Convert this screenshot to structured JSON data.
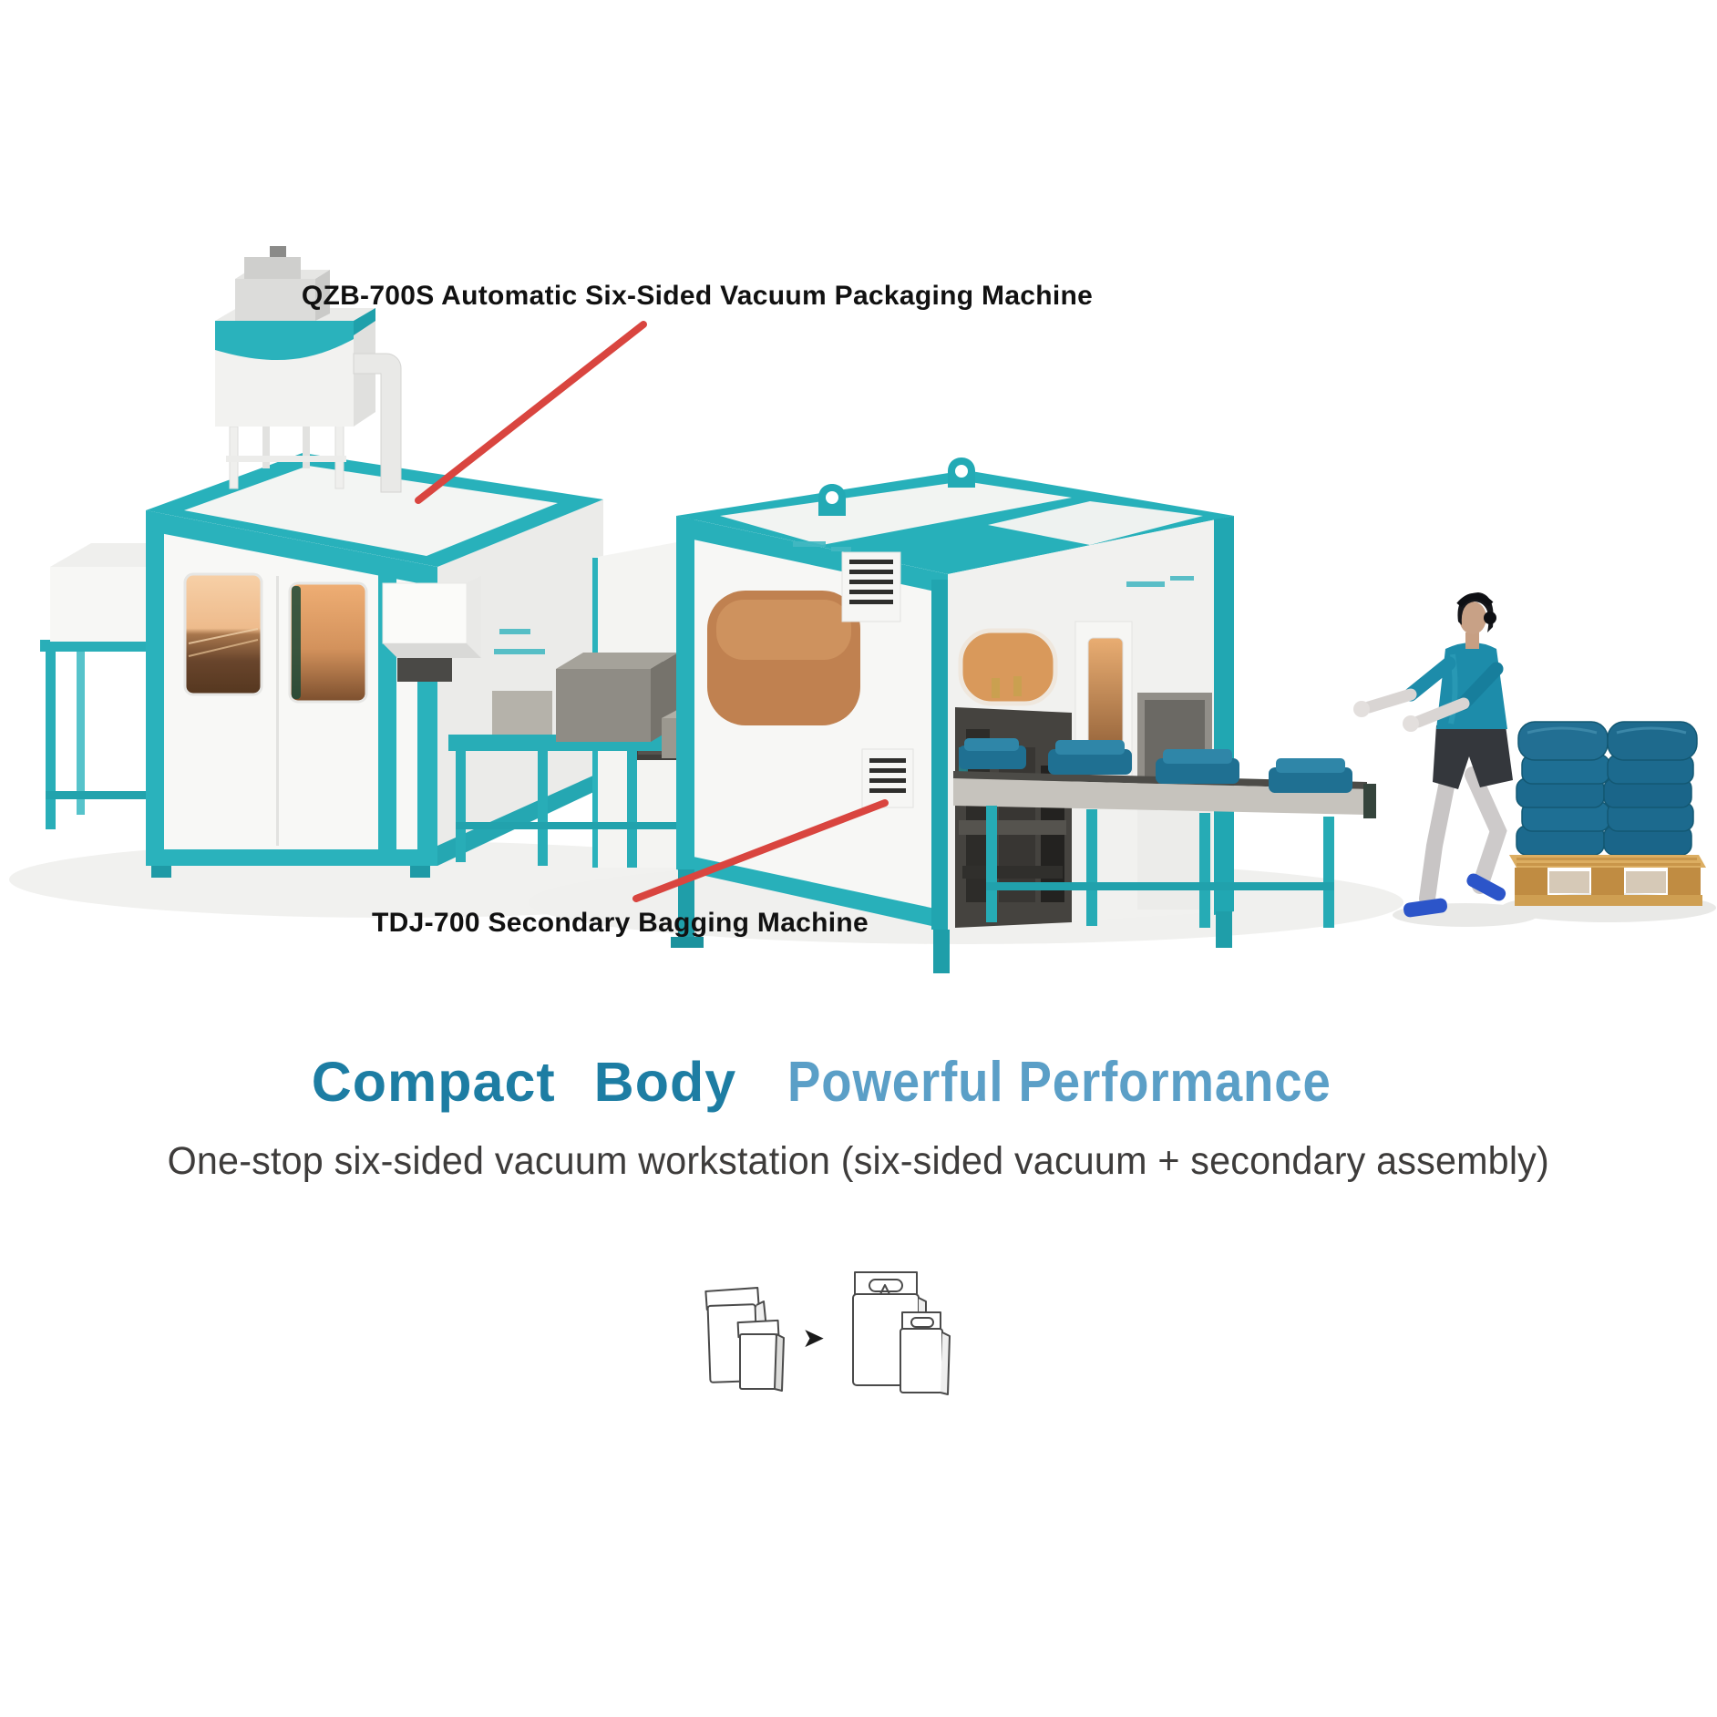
{
  "annotations": {
    "machine1": {
      "label": "QZB-700S Automatic Six-Sided Vacuum Packaging Machine"
    },
    "machine2": {
      "label": "TDJ-700 Secondary Bagging Machine"
    }
  },
  "heading": {
    "compact": "Compact Body",
    "powerful": "Powerful Performance"
  },
  "subtitle": "One-stop six-sided vacuum workstation (six-sided vacuum + secondary assembly)",
  "diagram": {
    "arrow_icon": "➤"
  },
  "colors": {
    "machine_teal": "#28b0ba",
    "callout_red": "#d9453f",
    "heading_teal": "#1d7da3",
    "heading_blue": "#5b9fc7",
    "subtitle_gray": "#3e3c3b",
    "bag_blue": "#1c6a8e",
    "window_amber": "#e8b183",
    "pallet_wood": "#d8a95c",
    "worker_shirt": "#1d8caa",
    "worker_shoes": "#2c55c9"
  }
}
